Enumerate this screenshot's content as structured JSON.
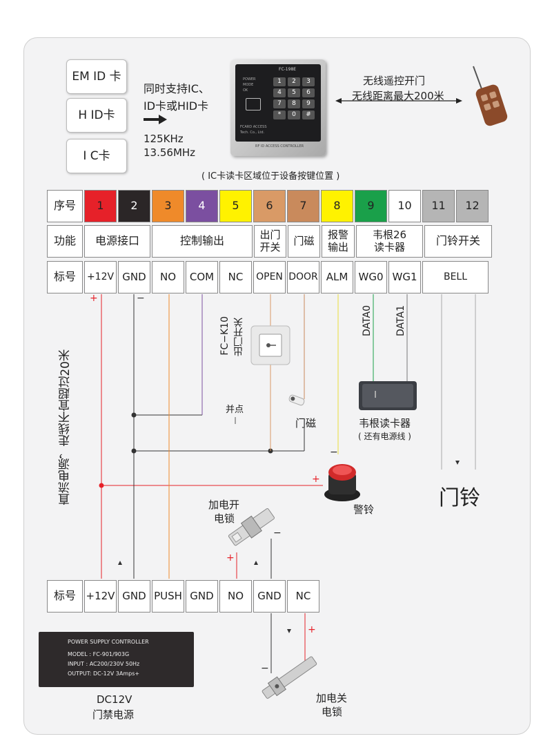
{
  "cards": {
    "em": "EM ID 卡",
    "hid": "H ID卡",
    "ic": "I C卡"
  },
  "support_text": {
    "line1": "同时支持IC、",
    "line2": "ID卡或HID卡",
    "freq1": "125KHz",
    "freq2": "13.56MHz"
  },
  "device": {
    "model": "FC-198E",
    "leds": [
      "POWER",
      "MODE",
      "OK"
    ],
    "keys": [
      "1",
      "2",
      "3",
      "4",
      "5",
      "6",
      "7",
      "8",
      "9",
      "*",
      "0",
      "#"
    ],
    "brand_line1": "FCARD ACCESS",
    "brand_line2": "Tech. Co., Ltd.",
    "footer": "RF ID ACCESS CONTROLLER",
    "note": "( IC卡读卡区域位于设备按键位置 )"
  },
  "remote": {
    "line1": "无线遥控开门",
    "line2": "无线距离最大200米"
  },
  "table": {
    "row_labels": {
      "seq": "序号",
      "func": "功能",
      "mark": "标号"
    },
    "sequence": [
      {
        "n": "1",
        "color": "#e62129"
      },
      {
        "n": "2",
        "color": "#2b2627"
      },
      {
        "n": "3",
        "color": "#ef8a2a"
      },
      {
        "n": "4",
        "color": "#7b4fa0"
      },
      {
        "n": "5",
        "color": "#fff200"
      },
      {
        "n": "6",
        "color": "#d99a66"
      },
      {
        "n": "7",
        "color": "#c98a5c"
      },
      {
        "n": "8",
        "color": "#fff200"
      },
      {
        "n": "9",
        "color": "#1aa04a"
      },
      {
        "n": "10",
        "color": "#ffffff"
      },
      {
        "n": "11",
        "color": "#b5b5b5"
      },
      {
        "n": "12",
        "color": "#b5b5b5"
      }
    ],
    "functions": [
      "电源接口",
      "控制输出",
      "出门\n开关",
      "门磁",
      "报警\n输出",
      "韦根26\n读卡器",
      "门铃开关"
    ],
    "marks": [
      "+12V",
      "GND",
      "NO",
      "COM",
      "NC",
      "OPEN",
      "DOOR",
      "ALM",
      "WG0",
      "WG1",
      "BELL"
    ]
  },
  "labels": {
    "exit_switch_model": "FC−K10",
    "exit_switch_name": "出门开关",
    "parallel": "并点",
    "door_magnet": "门磁",
    "data0": "DATA0",
    "data1": "DATA1",
    "reader_name": "韦根读卡器",
    "reader_note": "( 还有电源线 )",
    "doorbell": "门铃",
    "siren": "警铃",
    "side_note": "直流电源，走线不宜超过20米",
    "lock_on_line1": "加电开",
    "lock_on_line2": "电锁",
    "lock_off_line1": "加电关",
    "lock_off_line2": "电锁",
    "plus": "+",
    "minus": "−"
  },
  "power": {
    "row_label": "标号",
    "terminals": [
      "+12V",
      "GND",
      "PUSH",
      "GND",
      "NO",
      "GND",
      "NC"
    ],
    "plate_title": "POWER SUPPLY CONTROLLER",
    "plate_model": "MODEL : FC-901/903G",
    "plate_input": "INPUT  : AC200/230V   50Hz",
    "plate_output": "OUTPUT: DC-12V  3Amps+",
    "caption1": "DC12V",
    "caption2": "门禁电源"
  },
  "colors": {
    "red": "#e62129",
    "black": "#2b2627",
    "orange": "#ef8a2a",
    "purple": "#7b4fa0",
    "yellow": "#e8dc3a",
    "tan": "#d99a66",
    "green": "#1aa04a",
    "grey": "#9a9a9a"
  }
}
